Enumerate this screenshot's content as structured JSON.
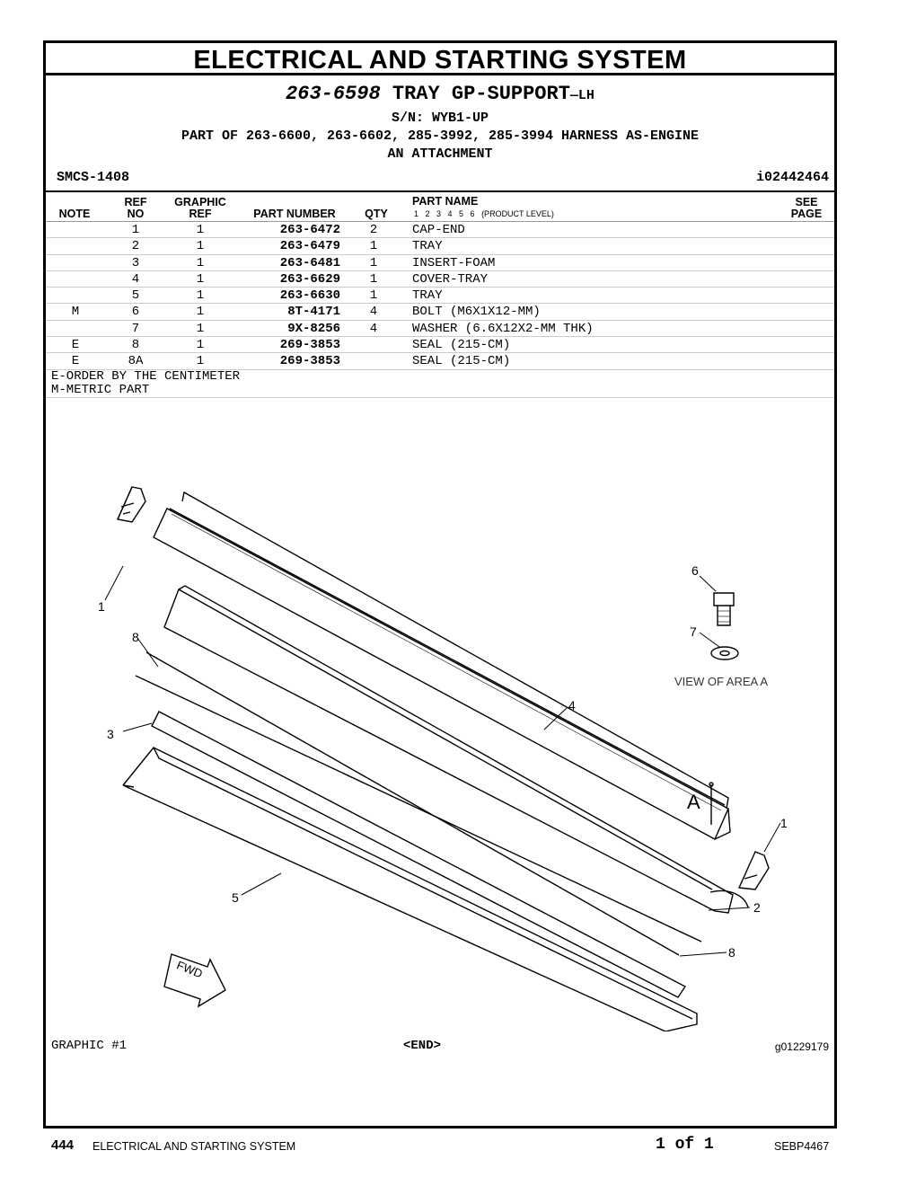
{
  "section_title": "ELECTRICAL AND STARTING SYSTEM",
  "assembly": {
    "part_number": "263-6598",
    "name": "TRAY GP-SUPPORT",
    "suffix": "—LH",
    "serial": "S/N: WYB1-UP",
    "part_of_line1": "PART OF 263-6600, 263-6602, 285-3992, 285-3994 HARNESS AS-ENGINE",
    "part_of_line2": "AN ATTACHMENT"
  },
  "smcs": "SMCS-1408",
  "illustration_id": "i02442464",
  "columns": {
    "note": "NOTE",
    "ref_top": "REF",
    "ref_bottom": "NO",
    "graphic_top": "GRAPHIC",
    "graphic_bottom": "REF",
    "part_number": "PART NUMBER",
    "qty": "QTY",
    "part_name": "PART NAME",
    "product_levels": "1 2 3 4 5 6",
    "product_level_label": "(PRODUCT LEVEL)",
    "see_top": "SEE",
    "see_bottom": "PAGE"
  },
  "parts": [
    {
      "note": "",
      "ref": "1",
      "graphic": "1",
      "pn": "263-6472",
      "qty": "2",
      "name": "CAP-END"
    },
    {
      "note": "",
      "ref": "2",
      "graphic": "1",
      "pn": "263-6479",
      "qty": "1",
      "name": "TRAY"
    },
    {
      "note": "",
      "ref": "3",
      "graphic": "1",
      "pn": "263-6481",
      "qty": "1",
      "name": "INSERT-FOAM"
    },
    {
      "note": "",
      "ref": "4",
      "graphic": "1",
      "pn": "263-6629",
      "qty": "1",
      "name": "COVER-TRAY"
    },
    {
      "note": "",
      "ref": "5",
      "graphic": "1",
      "pn": "263-6630",
      "qty": "1",
      "name": "TRAY"
    },
    {
      "note": "M",
      "ref": "6",
      "graphic": "1",
      "pn": "8T-4171",
      "qty": "4",
      "name": "BOLT (M6X1X12-MM)"
    },
    {
      "note": "",
      "ref": "7",
      "graphic": "1",
      "pn": "9X-8256",
      "qty": "4",
      "name": "WASHER (6.6X12X2-MM THK)"
    },
    {
      "note": "E",
      "ref": "8",
      "graphic": "1",
      "pn": "269-3853",
      "qty": "",
      "name": "SEAL (215-CM)"
    },
    {
      "note": "E",
      "ref": "8A",
      "graphic": "1",
      "pn": "269-3853",
      "qty": "",
      "name": "SEAL (215-CM)"
    }
  ],
  "notes": [
    "E-ORDER BY THE CENTIMETER",
    "M-METRIC PART"
  ],
  "drawing": {
    "callouts": [
      "1",
      "8",
      "3",
      "5",
      "6",
      "7",
      "4",
      "1",
      "2",
      "8"
    ],
    "view_label": "VIEW OF AREA  A",
    "area_marker": "A",
    "fwd_label": "FWD"
  },
  "graphic_label": "GRAPHIC #1",
  "end_label": "<END>",
  "graphic_id": "g01229179",
  "footer": {
    "page_number": "444",
    "title": "ELECTRICAL AND STARTING SYSTEM",
    "pages": "1 of 1",
    "doc_id": "SEBP4467"
  }
}
